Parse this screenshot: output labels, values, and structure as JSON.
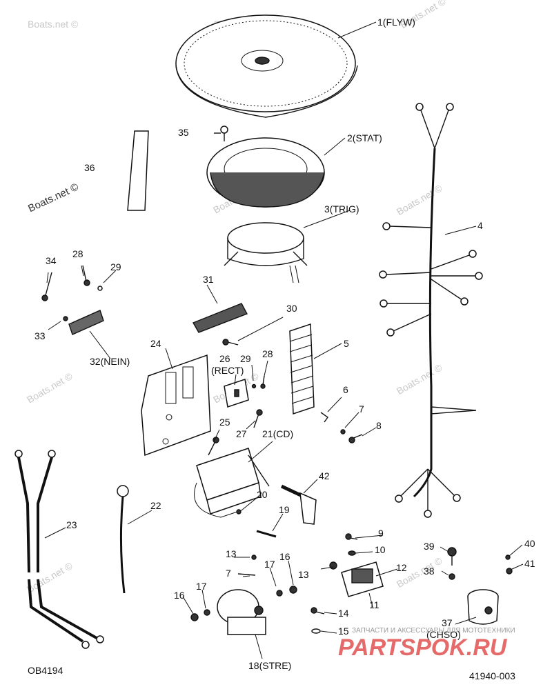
{
  "watermarks": [
    "Boats.net ©",
    "Boats.net ©",
    "Boats.net ©",
    "Boats.net ©",
    "Boats.net ©",
    "Boats.net ©",
    "Boats.net ©",
    "Boats.net ©",
    "Boats.net ©",
    "Boats.net ©",
    "Boats.net ©"
  ],
  "labels": {
    "l1": "1(FLYW)",
    "l2": "2(STAT)",
    "l3": "3(TRIG)",
    "l4": "4",
    "l5": "5",
    "l6": "6",
    "l7": "7",
    "l8": "8",
    "l35": "35",
    "l36": "36",
    "l34": "34",
    "l28a": "28",
    "l29a": "29",
    "l33": "33",
    "l32": "32(NEIN)",
    "l31": "31",
    "l30": "30",
    "l24": "24",
    "l26": "26",
    "l26b": "(RECT)",
    "l29b": "29",
    "l28b": "28",
    "l25": "25",
    "l27": "27",
    "l21": "21(CD)",
    "l42": "42",
    "l20": "20",
    "l19": "19",
    "l22": "22",
    "l23": "23",
    "l9": "9",
    "l10": "10",
    "l12": "12",
    "l13b": "13",
    "l13a": "13",
    "l7b": "7",
    "l17a": "17",
    "l16a": "16",
    "l16b": "16",
    "l17b": "17",
    "l11": "11",
    "l14": "14",
    "l15": "15",
    "l18": "18(STRE)",
    "l39": "39",
    "l38": "38",
    "l40": "40",
    "l41": "41",
    "l37": "37",
    "l37b": "(CHSO)"
  },
  "footer": {
    "left": "OB4194",
    "right": "41940-003"
  },
  "logo": {
    "tagline": "ЗАПЧАСТИ И АКСЕССУАРЫ ДЛЯ МОТОТЕХНИКИ",
    "text": "PARTSPOK.RU",
    "color": "#e56a6a"
  }
}
